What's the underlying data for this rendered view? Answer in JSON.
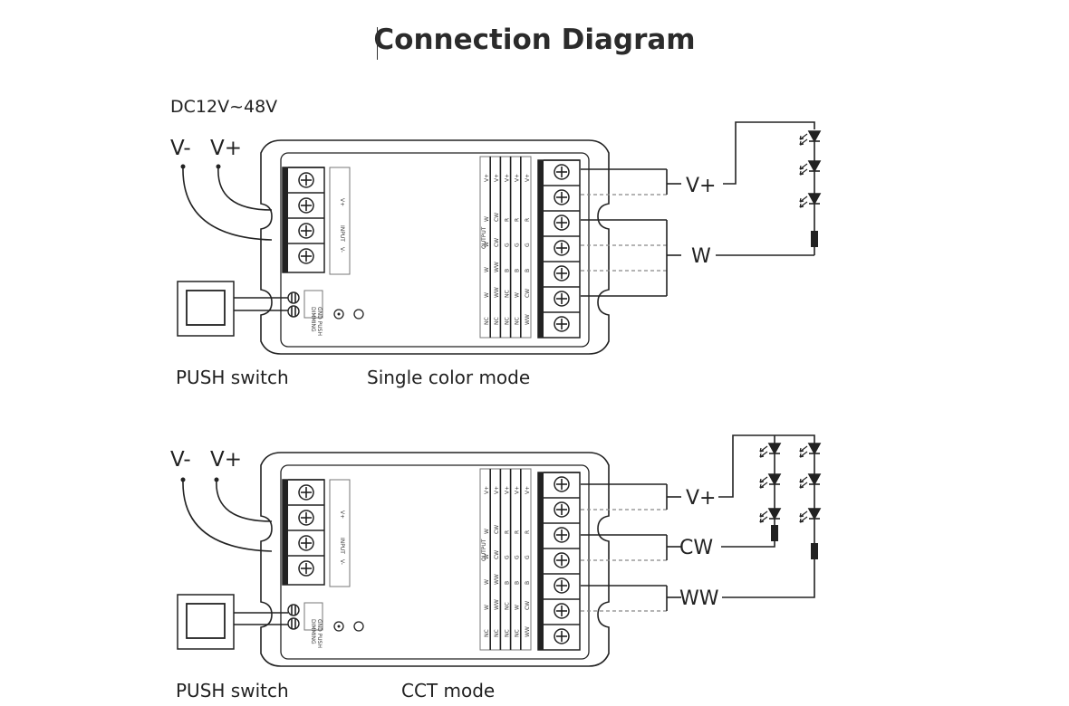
{
  "title": "Connection Diagram",
  "supply_label": "DC12V~48V",
  "input_terminal_labels": {
    "v_minus": "V-",
    "v_plus": "V+"
  },
  "push_switch_label": "PUSH  switch",
  "panels": [
    {
      "mode_label": "Single color mode",
      "output_labels": [
        "V+",
        "W"
      ]
    },
    {
      "mode_label": "CCT mode",
      "output_labels": [
        "V+",
        "CW",
        "WW"
      ]
    }
  ],
  "device_text": {
    "input": "INPUT",
    "output": "OUTPUT",
    "dimming": "DIMMING",
    "push_gnd": "GND PUSH",
    "in_plus": "V+",
    "in_minus": "V-",
    "output_table": [
      [
        "V+",
        "V+",
        "V+",
        "V+",
        "V+"
      ],
      [
        "W",
        "CW",
        "R",
        "R",
        "R"
      ],
      [
        "W",
        "CW",
        "G",
        "G",
        "G"
      ],
      [
        "W",
        "WW",
        "B",
        "B",
        "B"
      ],
      [
        "W",
        "WW",
        "NC",
        "W",
        "CW"
      ],
      [
        "NC",
        "NC",
        "NC",
        "NC",
        "WW"
      ]
    ]
  },
  "colors": {
    "line": "#222222",
    "dashed": "#888888",
    "background": "#ffffff"
  }
}
